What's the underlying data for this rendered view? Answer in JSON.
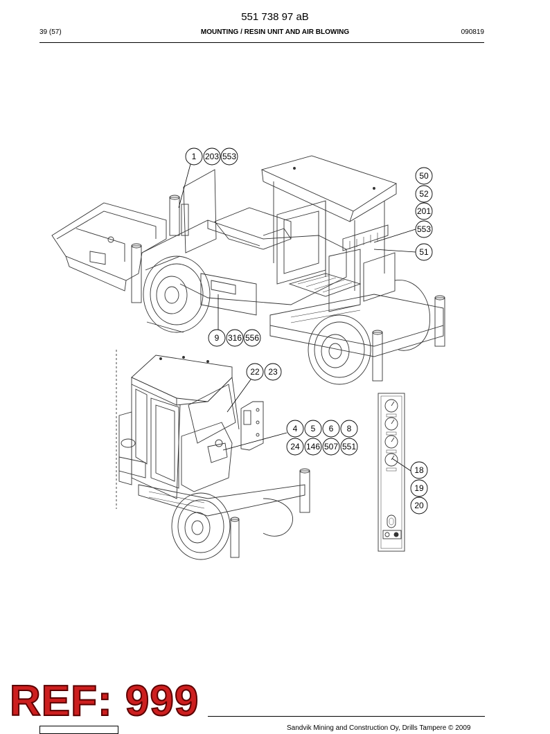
{
  "header": {
    "doc_number": "551 738 97 aB",
    "page": "39 (57)",
    "title": "MOUNTING / RESIN UNIT AND AIR BLOWING",
    "code": "090819"
  },
  "callouts": {
    "c1": "1",
    "c203a": "203",
    "c553a": "553",
    "c50": "50",
    "c52": "52",
    "c201": "201",
    "c553b": "553",
    "c51": "51",
    "c9": "9",
    "c316": "316",
    "c556": "556",
    "c22": "22",
    "c23": "23",
    "c4": "4",
    "c5": "5",
    "c6": "6",
    "c8": "8",
    "c24": "24",
    "c146": "146",
    "c507": "507",
    "c551": "551",
    "c18": "18",
    "c19": "19",
    "c20": "20"
  },
  "stamp": "REF: 999",
  "footer": "Sandvik Mining and Construction Oy, Drills Tampere © 2009"
}
